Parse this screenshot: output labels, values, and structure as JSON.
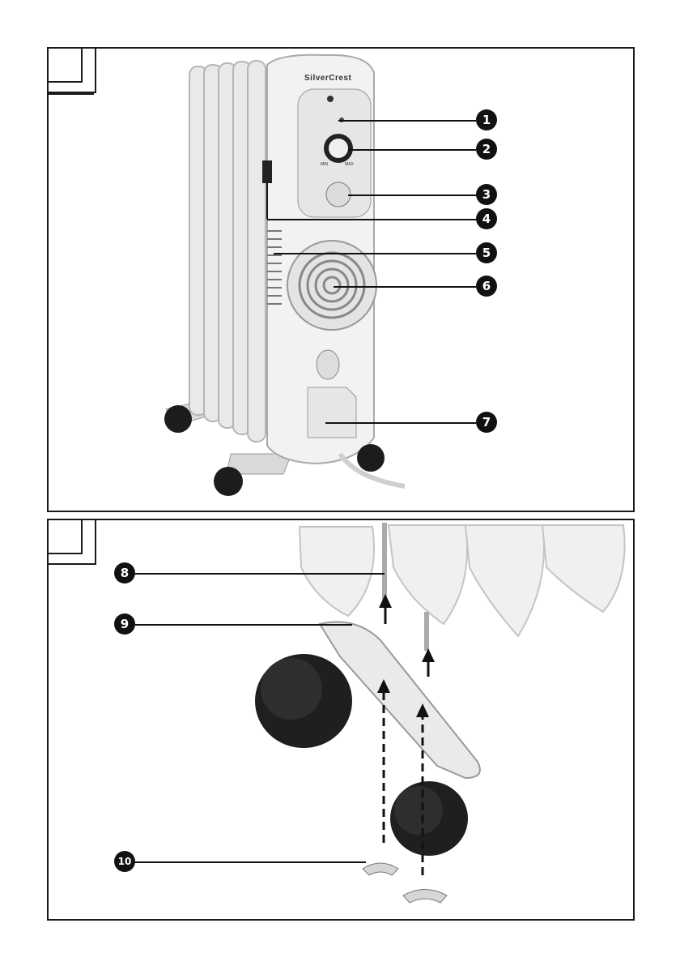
{
  "brand": "SilverCrest",
  "knob_labels": {
    "min": "MIN",
    "max": "MAX"
  },
  "callouts": [
    "1",
    "2",
    "3",
    "4",
    "5",
    "6",
    "7",
    "8",
    "9",
    "10"
  ],
  "colors": {
    "frame": "#1a1a1a",
    "heater": "#eeeeee",
    "shade": "#c8c8c8",
    "wheel": "#1c1c1c"
  }
}
